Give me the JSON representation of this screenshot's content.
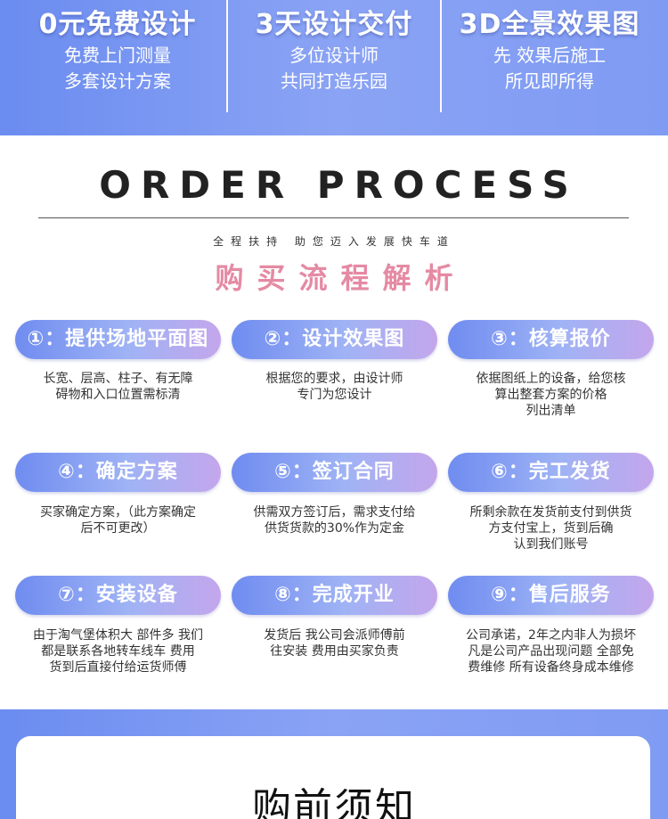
{
  "banner": {
    "items": [
      {
        "title": "0元免费设计",
        "lines": [
          "免费上门测量",
          "多套设计方案"
        ]
      },
      {
        "title": "3天设计交付",
        "lines": [
          "多位设计师",
          "共同打造乐园"
        ]
      },
      {
        "title": "3D全景效果图",
        "lines": [
          "先 效果后施工",
          "所见即所得"
        ]
      }
    ]
  },
  "process": {
    "title": "ORDER PROCESS",
    "subtitle": "全程扶持 助您迈入发展快车道",
    "cn_title": "购买流程解析",
    "steps": [
      {
        "label": "①：提供场地平面图",
        "desc": [
          "长宽、层高、柱子、有无障",
          "碍物和入口位置需标清"
        ]
      },
      {
        "label": "②：设计效果图",
        "desc": [
          "根据您的要求，由设计师",
          "专门为您设计"
        ]
      },
      {
        "label": "③：核算报价",
        "desc": [
          "依据图纸上的设备，给您核",
          "算出整套方案的价格",
          "列出清单"
        ]
      },
      {
        "label": "④：确定方案",
        "desc": [
          "买家确定方案，（此方案确定",
          "后不可更改）"
        ]
      },
      {
        "label": "⑤：签订合同",
        "desc": [
          "供需双方签订后，需求支付给",
          "供货货款的30%作为定金"
        ]
      },
      {
        "label": "⑥：完工发货",
        "desc": [
          "所剩余款在发货前支付到供货",
          "方支付宝上，货到后确",
          "认到我们账号"
        ]
      },
      {
        "label": "⑦：安装设备",
        "desc": [
          "由于淘气堡体积大 部件多 我们",
          "都是联系各地转车线车 费用",
          "货到后直接付给运货师傅"
        ]
      },
      {
        "label": "⑧：完成开业",
        "desc": [
          "发货后 我公司会派师傅前",
          "往安装 费用由买家负责"
        ]
      },
      {
        "label": "⑨：售后服务",
        "desc": [
          "公司承诺，2年之内非人为损坏",
          "凡是公司产品出现问题 全部免",
          "费维修 所有设备终身成本维修"
        ]
      }
    ]
  },
  "notice": {
    "title": "购前须知"
  },
  "colors": {
    "band": "#7f9bf3",
    "accent_pink": "#e58aa3"
  }
}
